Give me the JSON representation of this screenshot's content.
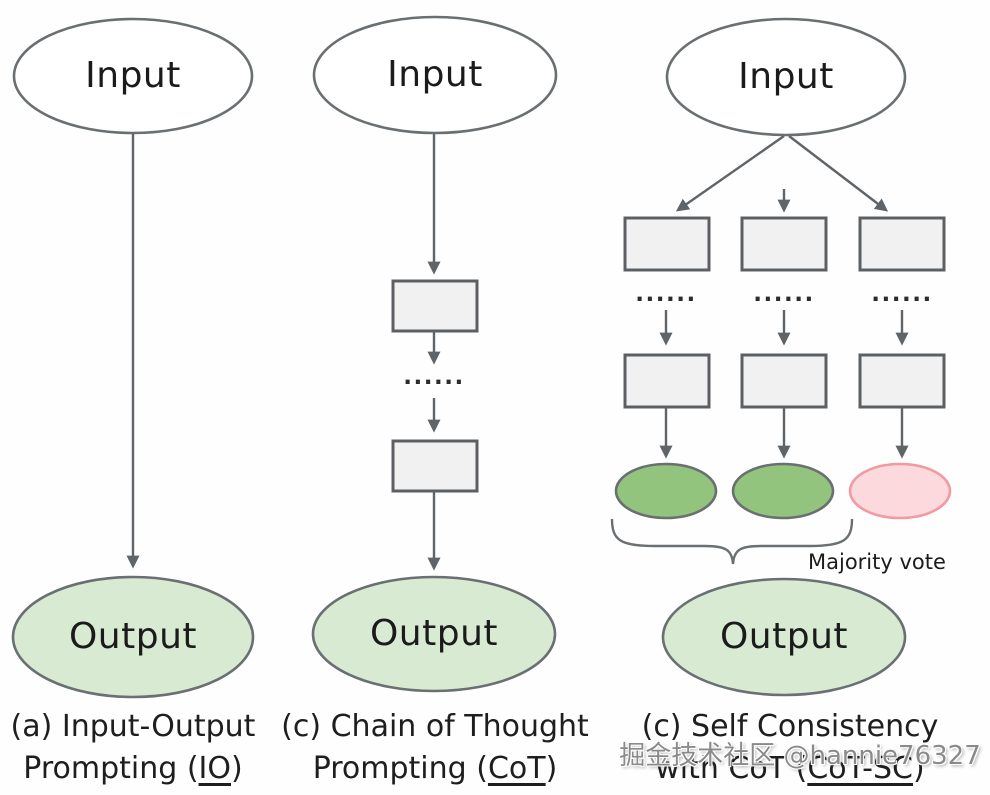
{
  "diagram": {
    "colors": {
      "input_fill": "#ffffff",
      "output_fill": "#d9ead3",
      "box_fill": "#f1f1f1",
      "vote_green_fill": "#93c47d",
      "vote_pink_fill": "#fbd9dc",
      "vote_pink_stroke": "#f19aa2",
      "stroke_gray": "#5f6468"
    },
    "panels": [
      {
        "input_label": "Input",
        "output_label": "Output",
        "caption_line1": "(a) Input-Output",
        "caption_prefix": "Prompting (",
        "caption_underlined": "IO",
        "caption_suffix": ")"
      },
      {
        "input_label": "Input",
        "output_label": "Output",
        "ellipsis": "......",
        "caption_line1": "(c) Chain of Thought",
        "caption_prefix": "Prompting (",
        "caption_underlined": "CoT",
        "caption_suffix": ")"
      },
      {
        "input_label": "Input",
        "output_label": "Output",
        "ellipsis": "......",
        "majority_vote_label": "Majority vote",
        "caption_line1": "(c) Self Consistency",
        "caption_prefix": "with CoT (",
        "caption_underlined": "CoT-SC",
        "caption_suffix": ")"
      }
    ]
  },
  "watermark": {
    "text": "掘金技术社区 @hannie76327"
  }
}
